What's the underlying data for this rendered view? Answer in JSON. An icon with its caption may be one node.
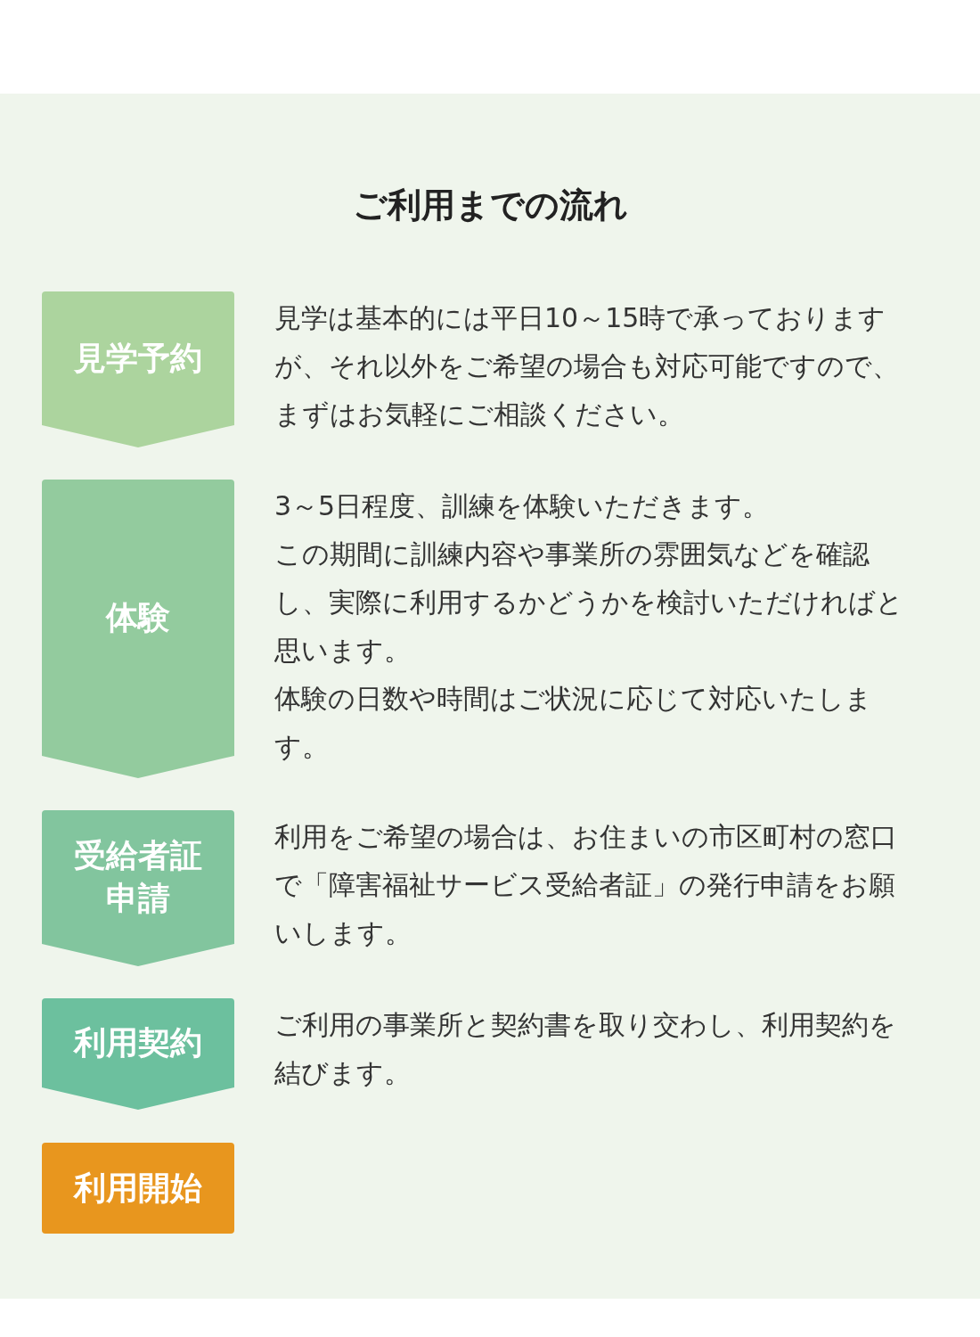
{
  "diagram": {
    "title": "ご利用までの流れ",
    "nodes": [
      {
        "text": [
          "見学予約"
        ],
        "beside": [
          "見学は基本的には平日10～15時で承っておりますが、それ以外をご希望の場合も対応可能ですので、まずはお気軽にご相談ください。"
        ]
      },
      {
        "text": [
          "体験"
        ],
        "beside": [
          "3～5日程度、訓練を体験いただきます。",
          "この期間に訓練内容や事業所の雰囲気などを確認し、実際に利用するかどうかを検討いただければと思います。",
          "体験の日数や時間はご状況に応じて対応いたします。"
        ]
      },
      {
        "text": [
          "受給者証申請"
        ],
        "beside": [
          "利用をご希望の場合は、お住まいの市区町村の窓口で「障害福祉サービス受給者証」の発行申請をお願いします。"
        ]
      },
      {
        "text": [
          "利用契約"
        ],
        "beside": [
          "ご利用の事業所と契約書を取り交わし、利用契約を結びます。"
        ]
      },
      {
        "text": [
          "利用開始"
        ]
      }
    ],
    "edges": []
  }
}
